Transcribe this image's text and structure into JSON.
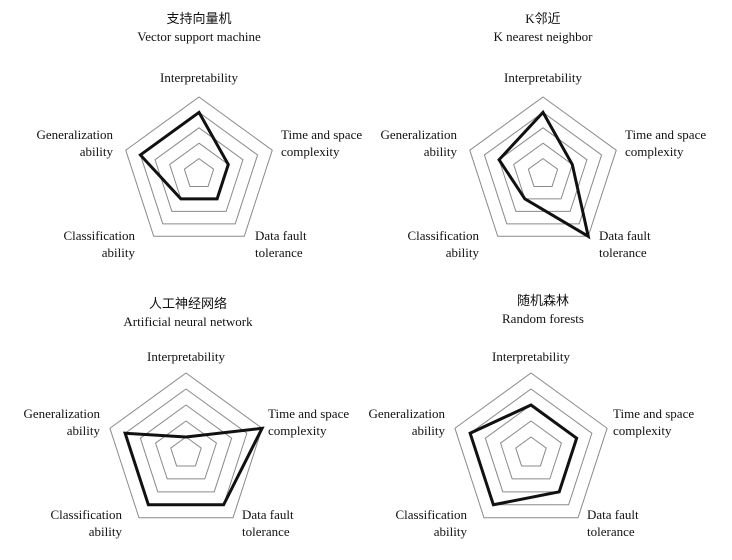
{
  "chart_data": [
    {
      "type": "radar",
      "title_cn": "支持向量机",
      "title_en": "Vector support machine",
      "axes": [
        "Interpretability",
        "Time and space complexity",
        "Data fault tolerance",
        "Classification ability",
        "Generalization ability"
      ],
      "rings": 5,
      "max": 5,
      "values": [
        4,
        2,
        2,
        2,
        4
      ]
    },
    {
      "type": "radar",
      "title_cn": "K邻近",
      "title_en": "K nearest neighbor",
      "axes": [
        "Interpretability",
        "Time and space complexity",
        "Data fault tolerance",
        "Classification ability",
        "Generalization ability"
      ],
      "rings": 5,
      "max": 5,
      "values": [
        4,
        2,
        5,
        2,
        3
      ]
    },
    {
      "type": "radar",
      "title_cn": "人工神经网络",
      "title_en": "Artificial neural network",
      "axes": [
        "Interpretability",
        "Time and space complexity",
        "Data fault tolerance",
        "Classification ability",
        "Generalization ability"
      ],
      "rings": 5,
      "max": 5,
      "values": [
        1,
        5,
        4,
        4,
        4
      ]
    },
    {
      "type": "radar",
      "title_cn": "随机森林",
      "title_en": "Random forests",
      "axes": [
        "Interpretability",
        "Time and space complexity",
        "Data fault tolerance",
        "Classification ability",
        "Generalization ability"
      ],
      "rings": 5,
      "max": 5,
      "values": [
        3,
        3,
        3,
        4,
        4
      ]
    }
  ]
}
